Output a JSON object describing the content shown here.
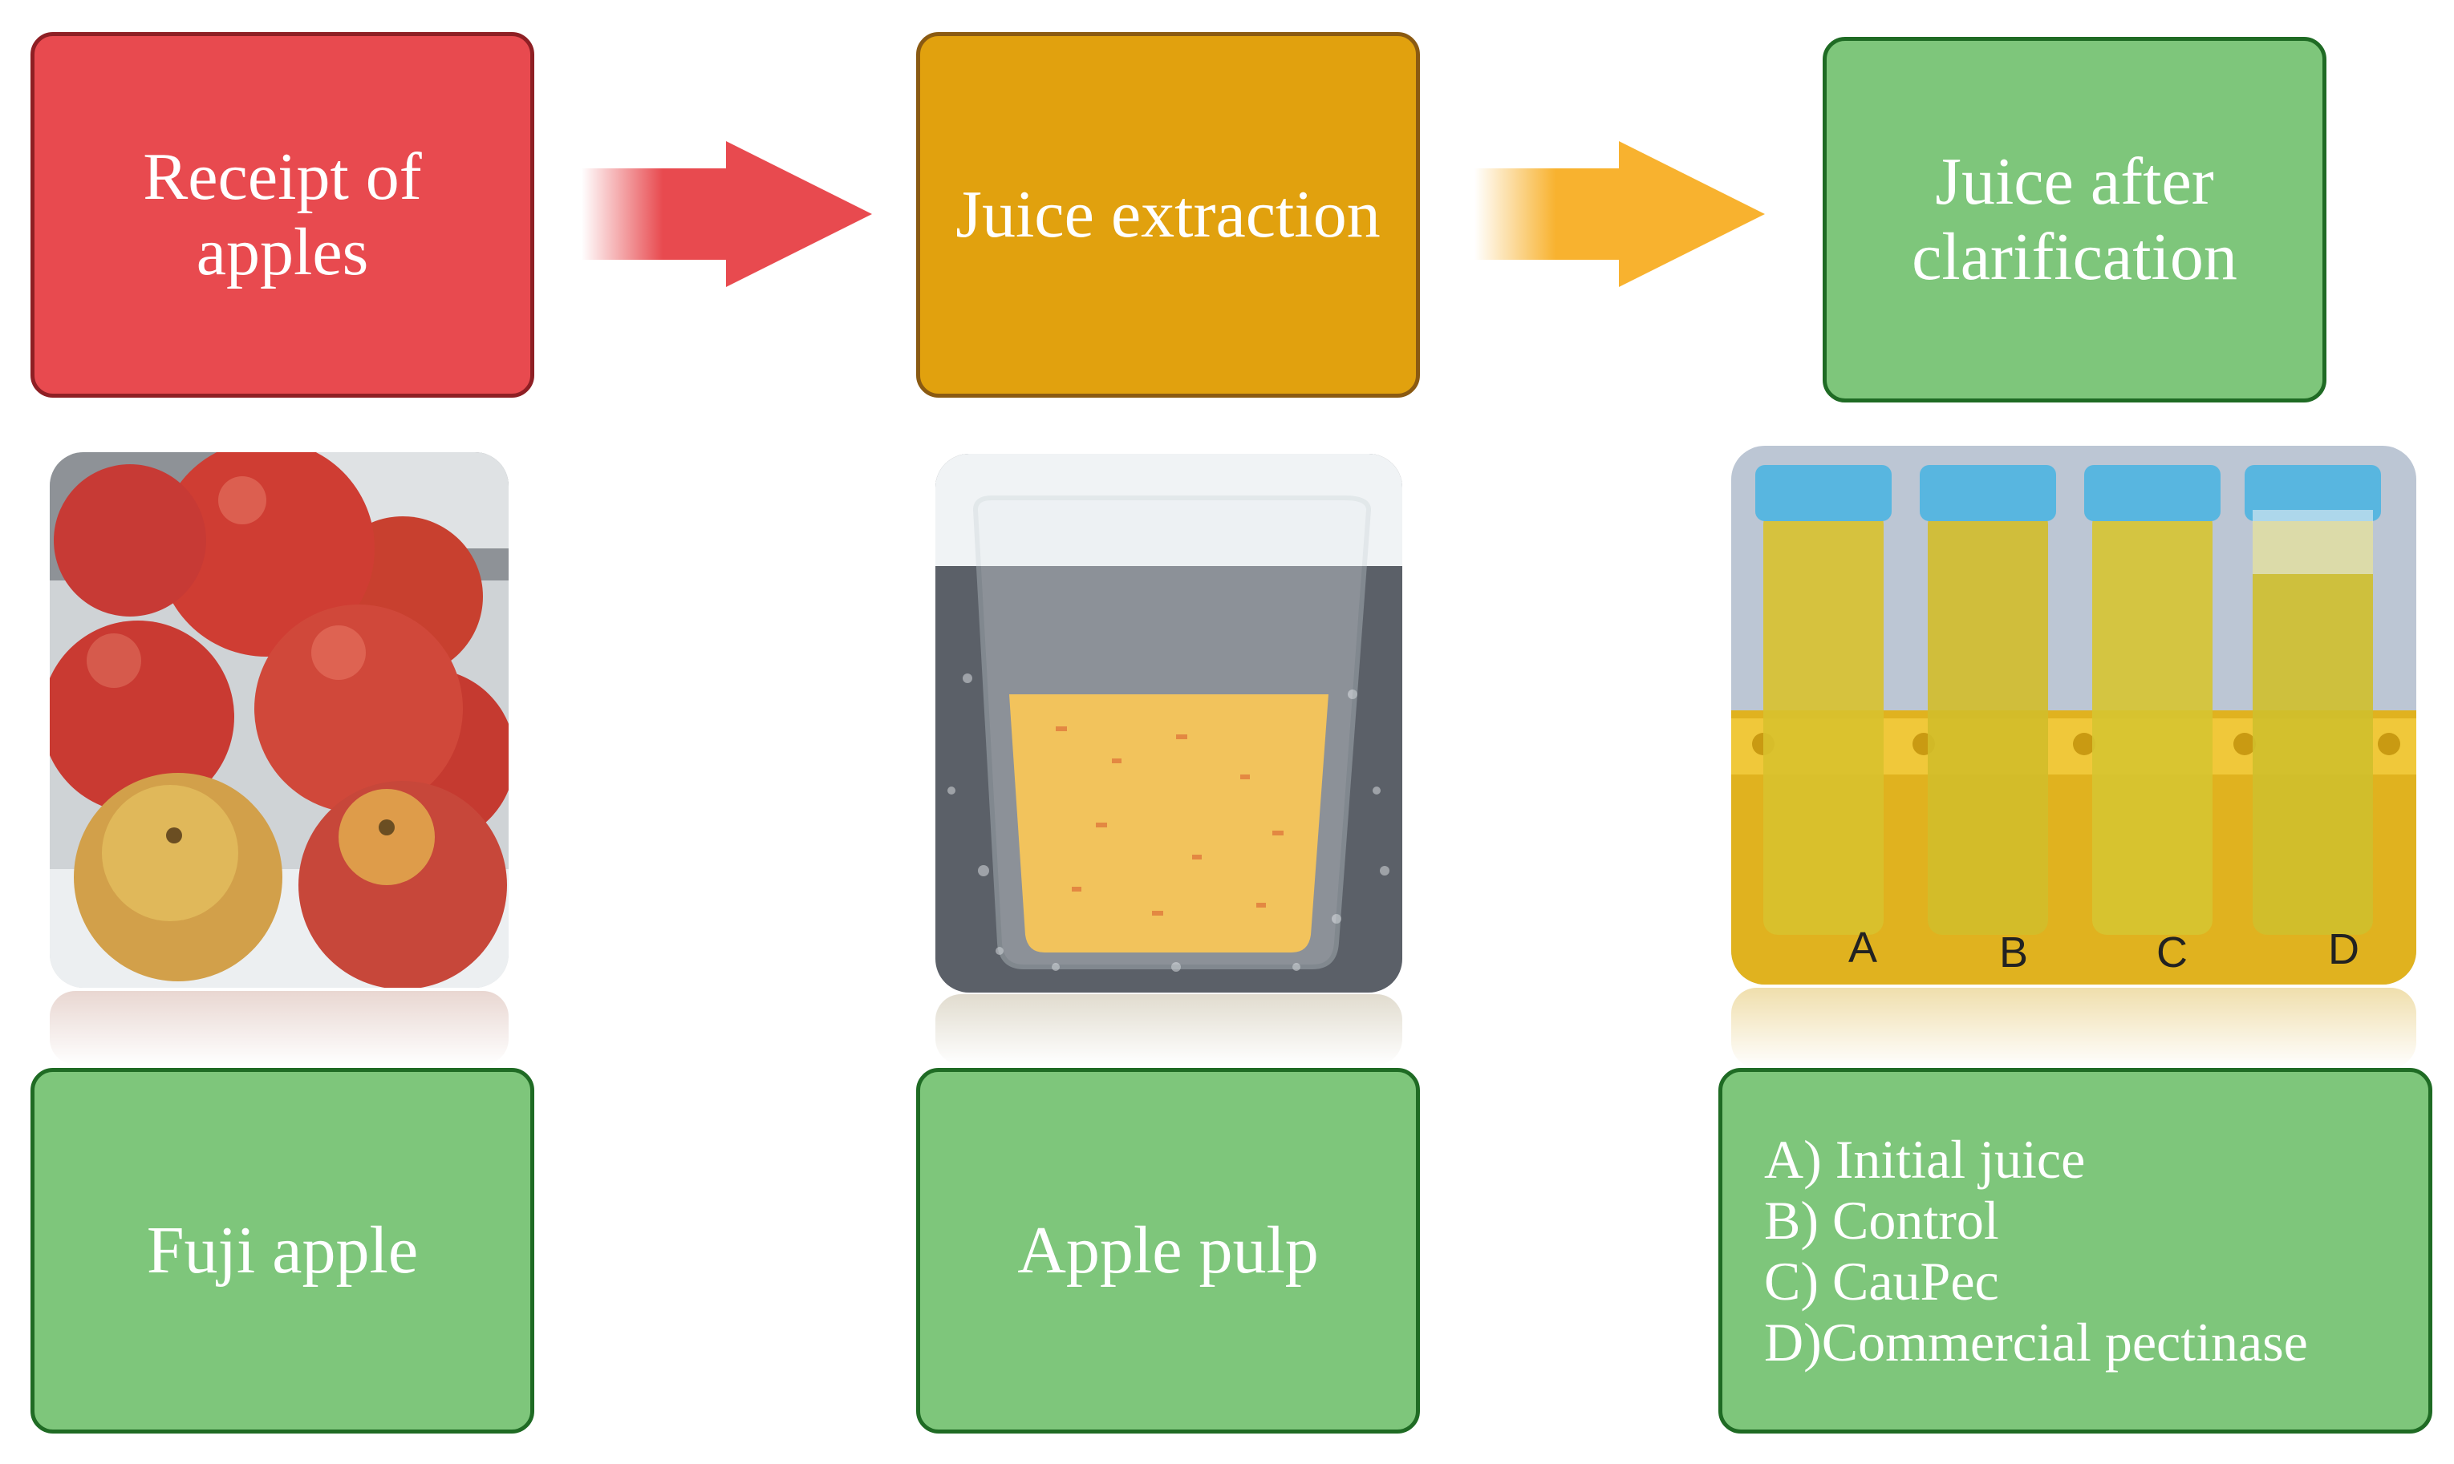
{
  "steps": [
    {
      "label": "Receipt of\napples",
      "color": "#e84a4f"
    },
    {
      "label": "Juice extraction",
      "color": "#e1a10e"
    },
    {
      "label": "Juice after\nclarification",
      "color": "#7ec67b"
    }
  ],
  "captions": {
    "apple": "Fuji apple",
    "pulp": "Apple pulp",
    "legend": [
      "A) Initial juice",
      "B) Control",
      "C) CauPec",
      "D)Commercial pectinase"
    ]
  },
  "tube_labels": [
    "A",
    "B",
    "C",
    "D"
  ],
  "arrows": [
    {
      "color": "#e84a4f"
    },
    {
      "color": "#f8b22f"
    }
  ]
}
